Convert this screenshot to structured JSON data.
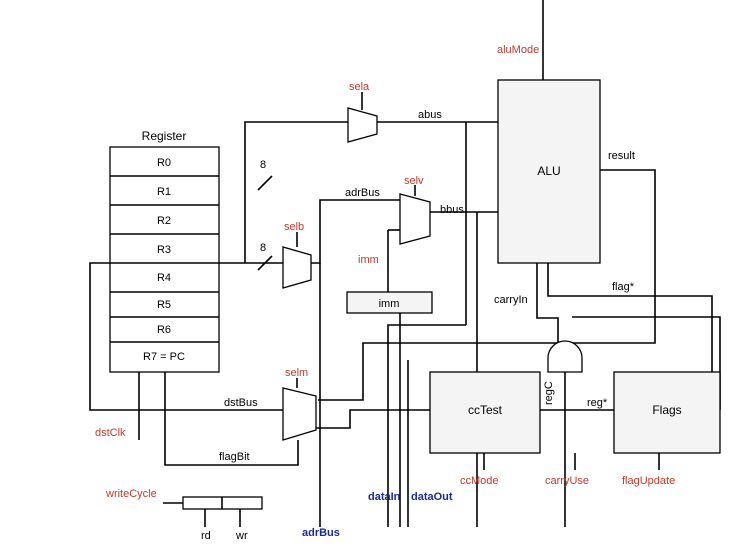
{
  "register_file": {
    "title": "Register",
    "rows": [
      "R0",
      "R1",
      "R2",
      "R3",
      "R4",
      "R5",
      "R6",
      "R7 = PC"
    ]
  },
  "units": {
    "alu": "ALU",
    "imm_box": "imm",
    "cctest": "ccTest",
    "flags": "Flags"
  },
  "control_signals": {
    "aluMode": "aluMode",
    "sela": "sela",
    "selb": "selb",
    "selv": "selv",
    "selm": "selm",
    "imm": "imm",
    "dstClk": "dstClk",
    "ccMode": "ccMode",
    "carryUse": "carryUse",
    "flagUpdate": "flagUpdate",
    "writeCycle": "writeCycle"
  },
  "signals": {
    "abus": "abus",
    "bbus": "bbus",
    "adrBus_top": "adrBus",
    "result": "result",
    "flag_star": "flag*",
    "carryIn": "carryIn",
    "regC": "regC",
    "reg_star": "reg*",
    "dstBus": "dstBus",
    "flagBit": "flagBit",
    "rd": "rd",
    "wr": "wr",
    "width_a": "8",
    "width_b": "8"
  },
  "buses": {
    "dataIn": "dataIn",
    "dataOut": "dataOut",
    "adrBus_bottom": "adrBus"
  }
}
